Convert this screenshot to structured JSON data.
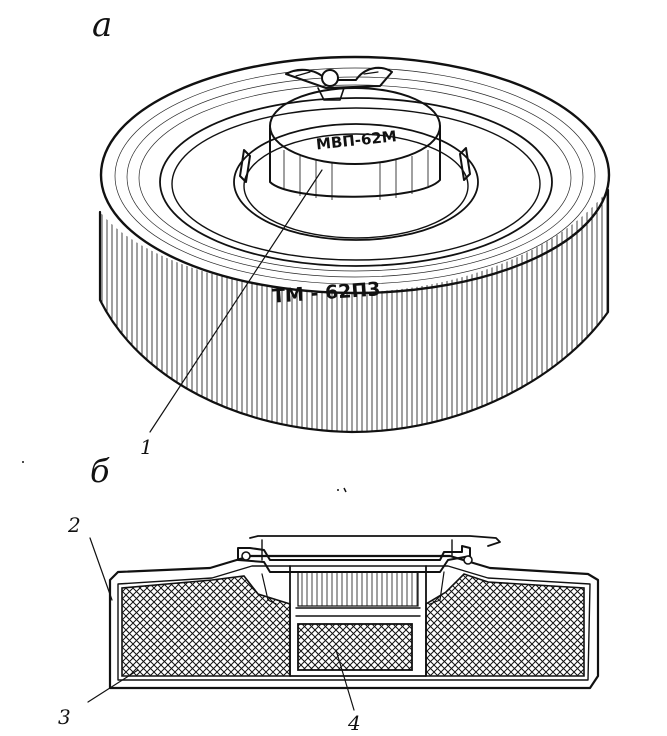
{
  "figure": {
    "panel_a": {
      "letter": "а",
      "cap_marking": "МВП-62М",
      "body_marking": "ТМ - 62П3",
      "callouts": [
        "1"
      ]
    },
    "panel_b": {
      "letter": "б",
      "callouts": [
        "2",
        "3",
        "4"
      ]
    }
  },
  "colors": {
    "ink": "#111111",
    "paper": "#ffffff"
  }
}
